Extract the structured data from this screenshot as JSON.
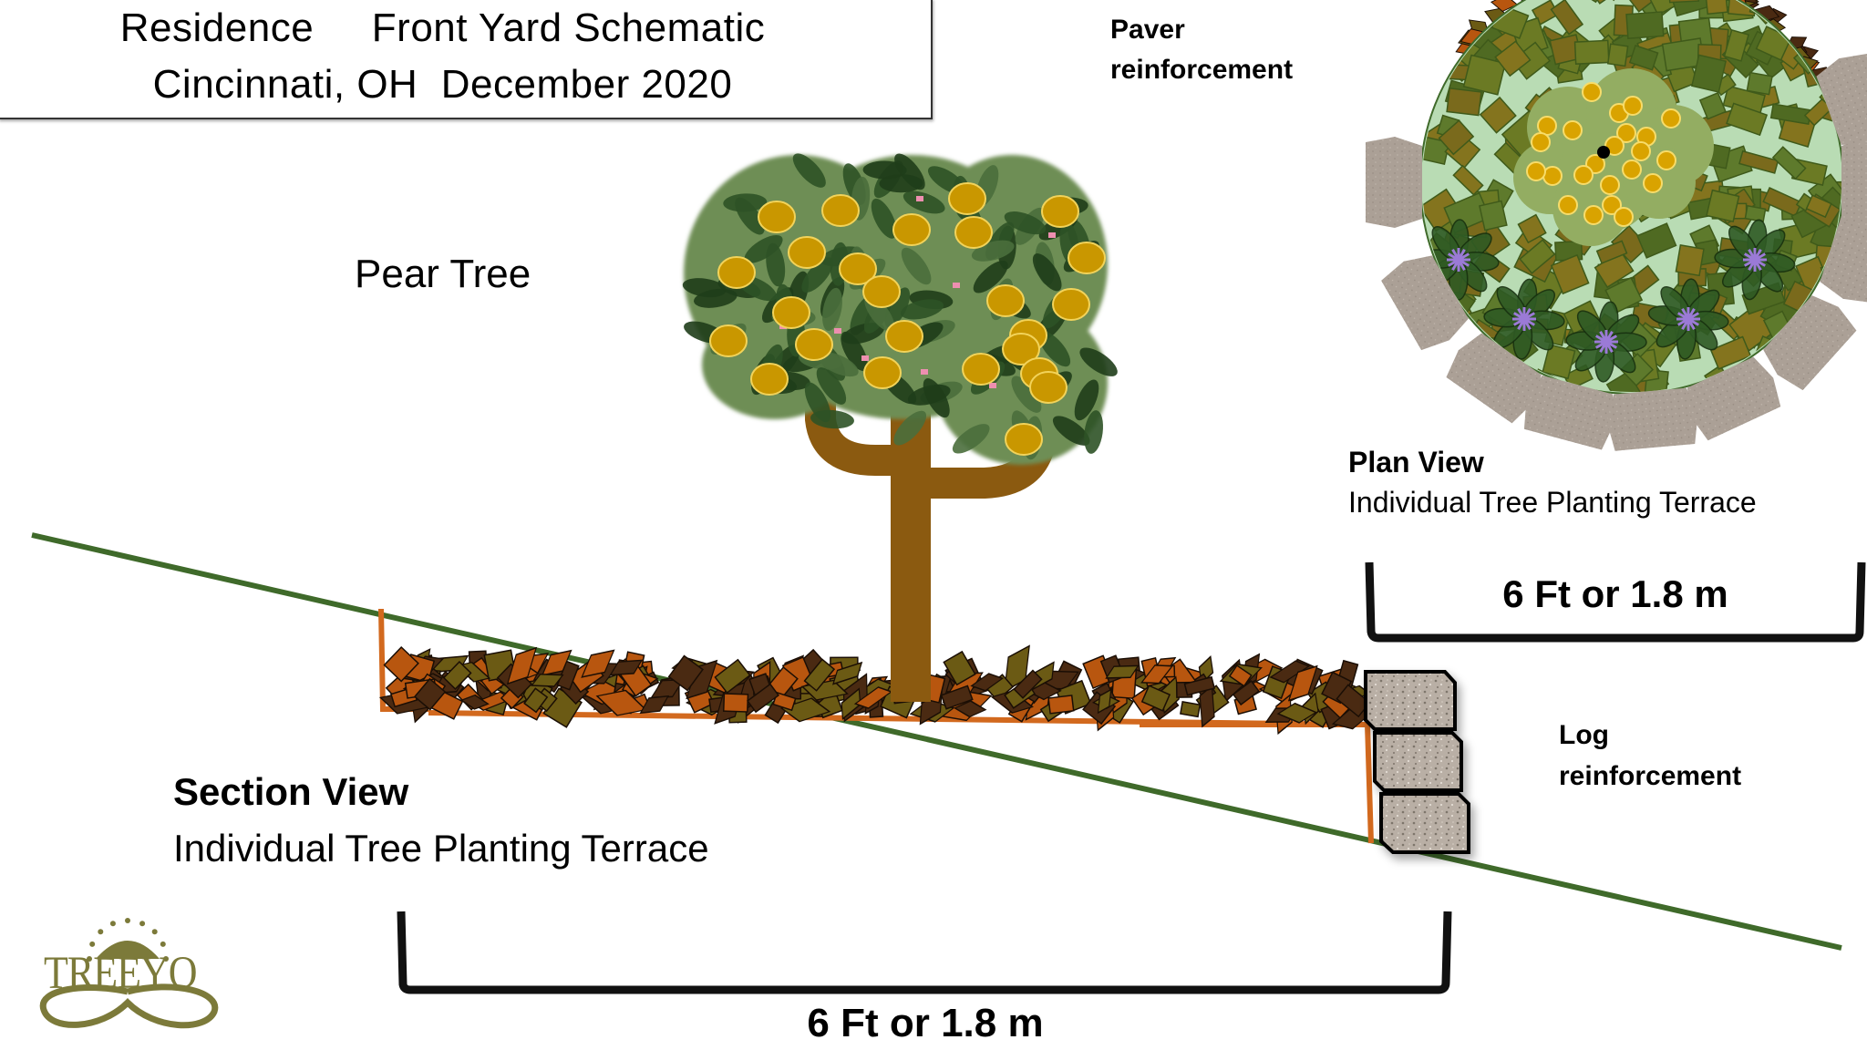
{
  "title": {
    "line1": "Residence     Front Yard Schematic",
    "line2": "Cincinnati, OH  December 2020"
  },
  "labels": {
    "tree": "Pear Tree",
    "paver_line1": "Paver",
    "paver_line2": "reinforcement",
    "log_line1": "Log",
    "log_line2": "reinforcement"
  },
  "section_view": {
    "heading": "Section View",
    "subtitle": "Individual Tree Planting Terrace",
    "dimension": "6 Ft or 1.8 m"
  },
  "plan_view": {
    "heading": "Plan View",
    "subtitle": "Individual Tree Planting Terrace",
    "dimension": "6 Ft or 1.8 m"
  },
  "logo": {
    "text": "TREEYO"
  },
  "colors": {
    "ground_line": "#3f6a2a",
    "edging": "#d2691e",
    "trunk": "#8b5a10",
    "canopy": "#6e8e55",
    "leaf_dark": "#1f3d1a",
    "fruit": "#c99700",
    "fruit_stroke": "#f2d35a",
    "blossom": "#ee8fb0",
    "mulch_brown": "#4a2a12",
    "mulch_orange": "#b8560f",
    "mulch_olive": "#6b5a14",
    "stone": "#b8ada2",
    "paver": "#a89d92",
    "flower": "#9b7ad6",
    "plan_ground": "#6e7a2a",
    "plan_center": "#93ad62",
    "logo": "#7c7a3a"
  }
}
